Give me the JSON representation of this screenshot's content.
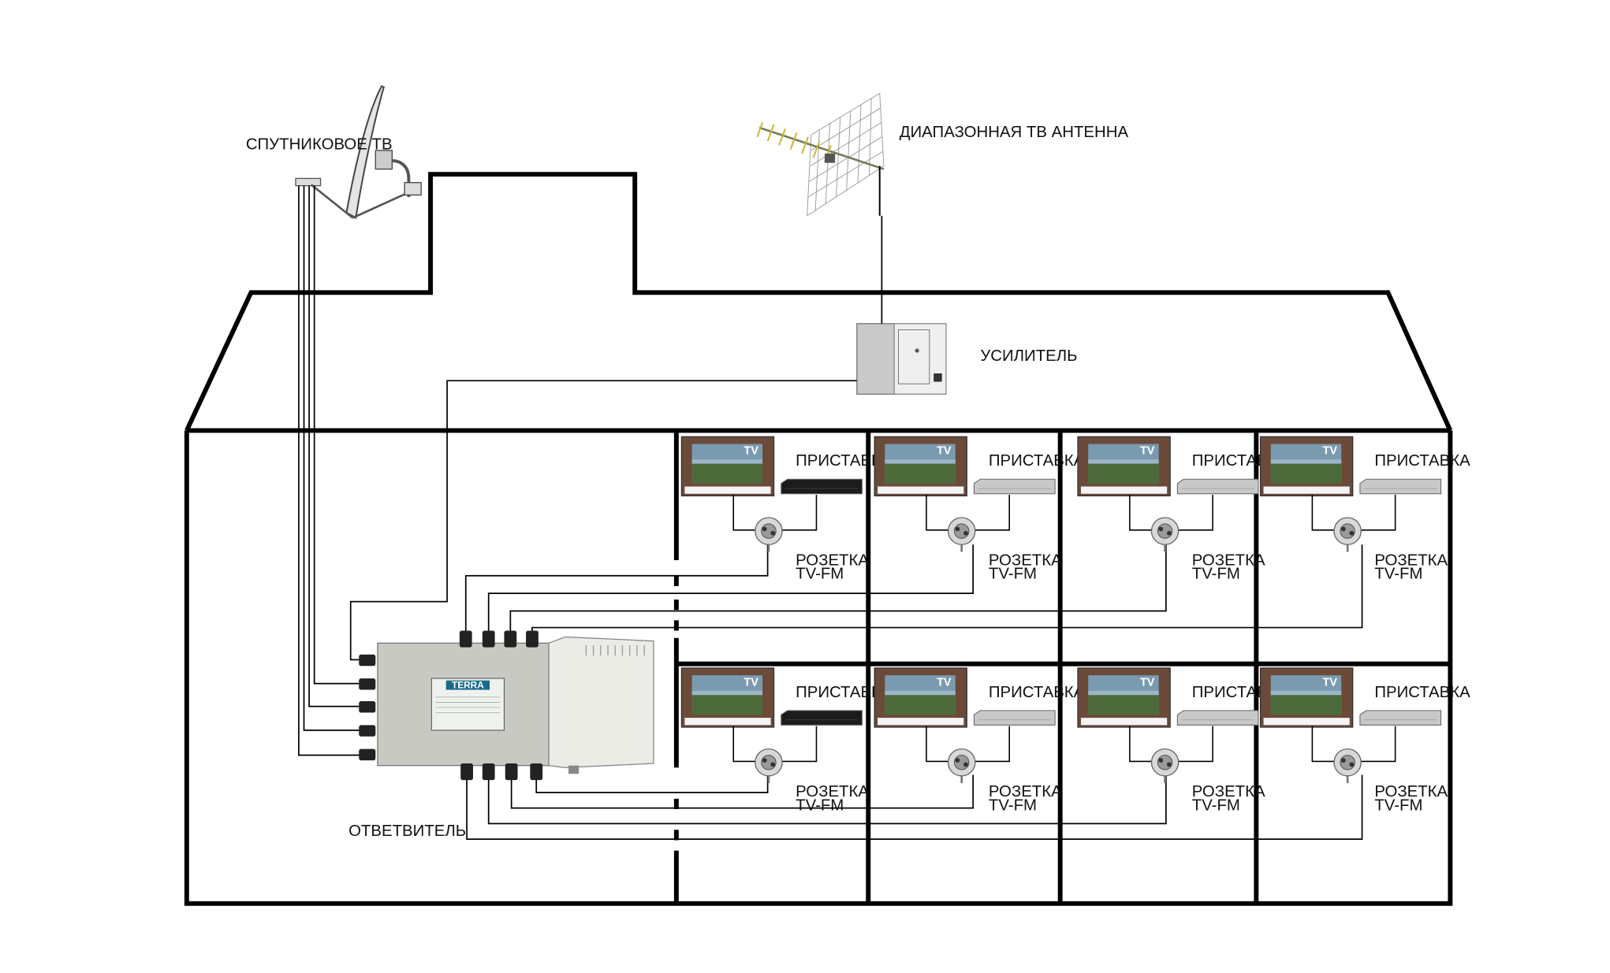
{
  "labels": {
    "satellite": "СПУТНИКОВОЕ ТВ",
    "antenna": "ДИАПАЗОННАЯ ТВ АНТЕННА",
    "amplifier": "УСИЛИТЕЛЬ",
    "splitter": "ОТВЕТВИТЕЛЬ",
    "settop": "ПРИСТАВКА",
    "socket_line1": "РОЗЕТКА",
    "socket_line2": "TV-FM",
    "tv": "TV",
    "multiswitch_brand": "TERRA"
  },
  "rooms": {
    "floors": 2,
    "rooms_per_floor": 4
  }
}
